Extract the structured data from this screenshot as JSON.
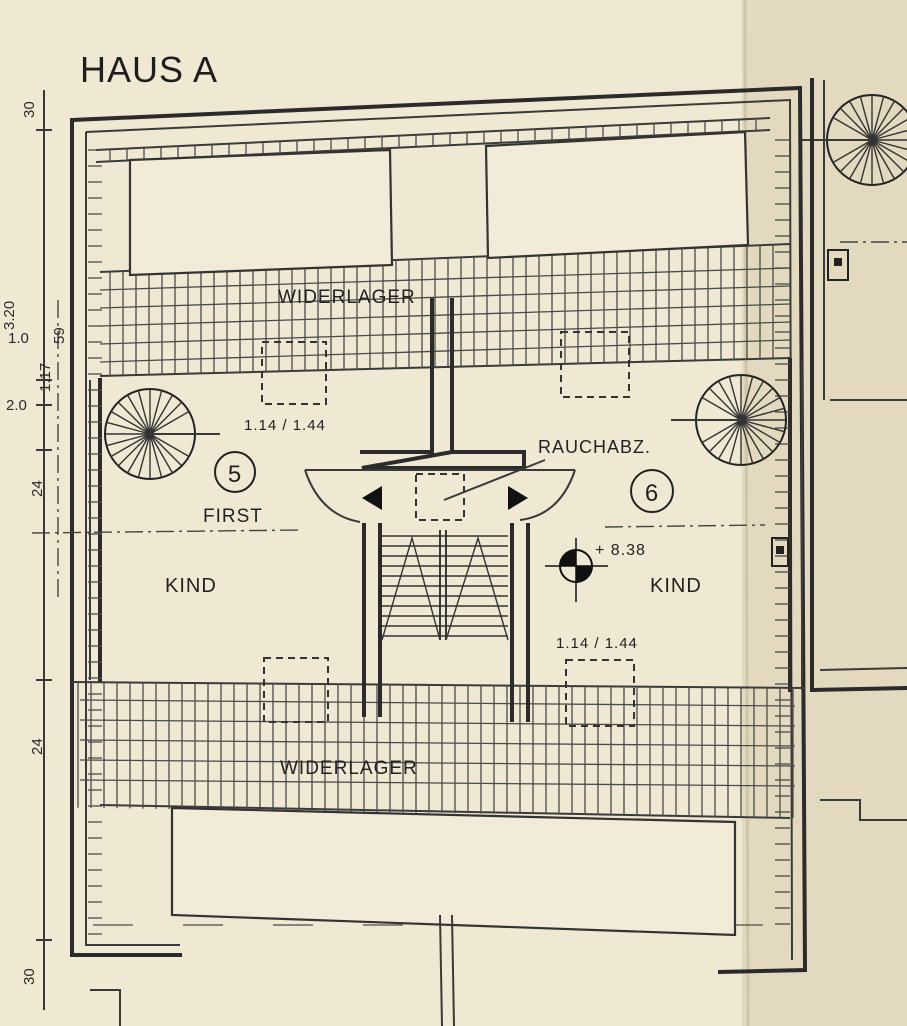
{
  "title": "HAUS A",
  "labels": {
    "widerlager": "WIDERLAGER",
    "first": "FIRST",
    "kind": "KIND",
    "rauchabz": "RAUCHABZ.",
    "window_size": "1.14 / 1.44",
    "window_size_left": "1.14 / 1.44",
    "level": "+ 8.38"
  },
  "rooms": [
    {
      "number": "5",
      "name": "KIND"
    },
    {
      "number": "6",
      "name": "KIND"
    }
  ],
  "dimensions_left": {
    "d30_top": "30",
    "d320": "3.20",
    "d10": "1.0",
    "d59": "59",
    "d117": "1.17",
    "d20": "2.0",
    "d24_upper": "24",
    "d24_lower": "24",
    "d30_bottom": "30"
  }
}
